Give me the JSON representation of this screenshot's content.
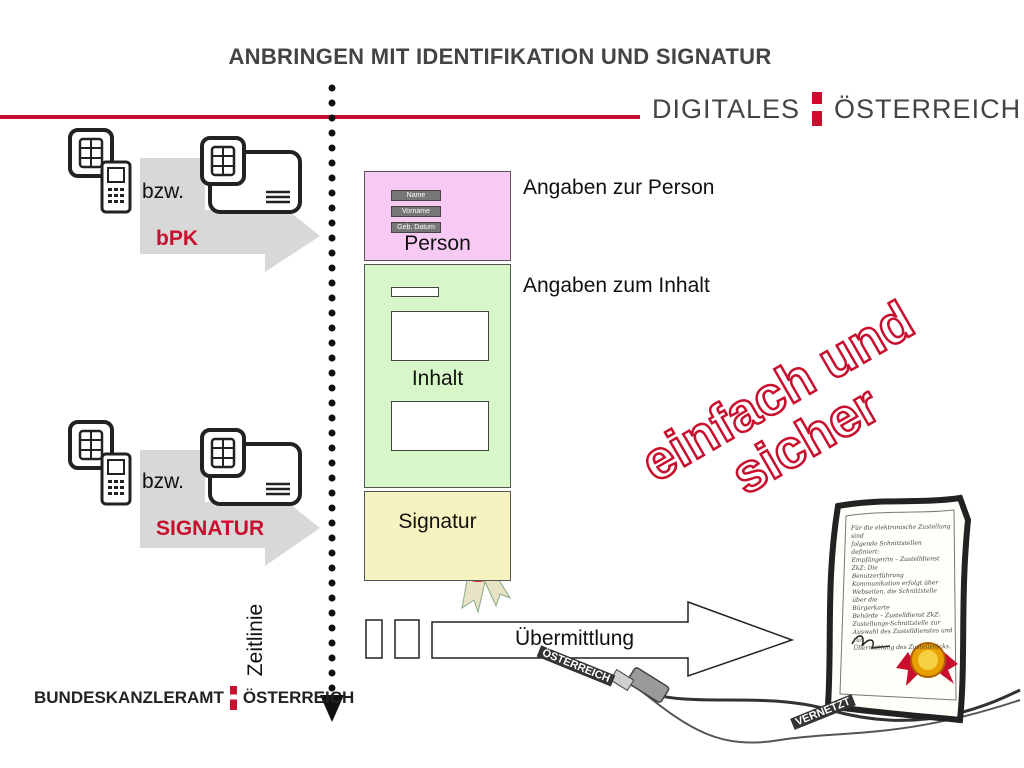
{
  "header": {
    "title": "ANBRINGEN MIT IDENTIFIKATION UND SIGNATUR",
    "brand_left": "DIGITALES",
    "brand_right": "ÖSTERREICH"
  },
  "footer": {
    "brand_left": "BUNDESKANZLERAMT",
    "brand_right": "ÖSTERREICH"
  },
  "left_blocks": [
    {
      "bzw": "bzw.",
      "label": "bPK"
    },
    {
      "bzw": "bzw.",
      "label": "SIGNATUR"
    }
  ],
  "timeline": {
    "label": "Zeitlinie"
  },
  "document": {
    "person": {
      "label": "Person",
      "fields": [
        "Name",
        "Vorname",
        "Geb. Datum"
      ]
    },
    "inhalt": {
      "label": "Inhalt"
    },
    "signatur": {
      "label": "Signatur"
    }
  },
  "annotations": {
    "person": "Angaben zur Person",
    "inhalt": "Angaben zum Inhalt"
  },
  "transfer": {
    "label": "Übermittlung"
  },
  "slogan": {
    "line1": "einfach und",
    "line2": "sicher"
  },
  "cable": {
    "text1": "ÖSTERREICH",
    "text2": "VERNETZT"
  },
  "certificate": {
    "lines": [
      "Für die elektronische Zustellung sind",
      "folgende Schnittstellen definiert:",
      "Empfänger/in – Zustelldienst ZkZ: Die",
      "Benutzerführung",
      "Kommunikation erfolgt über",
      "Webseiten, die Schnittstelle über die",
      "Bürgerkarte",
      "Behörde – Zustelldienst ZkZ:",
      "Zustellungs-Schnittstelle zur",
      "Auswahl des Zustelldienstes und zur",
      "Übermittlung des Zustellstücks."
    ]
  },
  "colors": {
    "accent_red": "#c8102e",
    "person_fill": "#f7c9f3",
    "inhalt_fill": "#d8f7c8",
    "signatur_fill": "#f7f3c0"
  }
}
